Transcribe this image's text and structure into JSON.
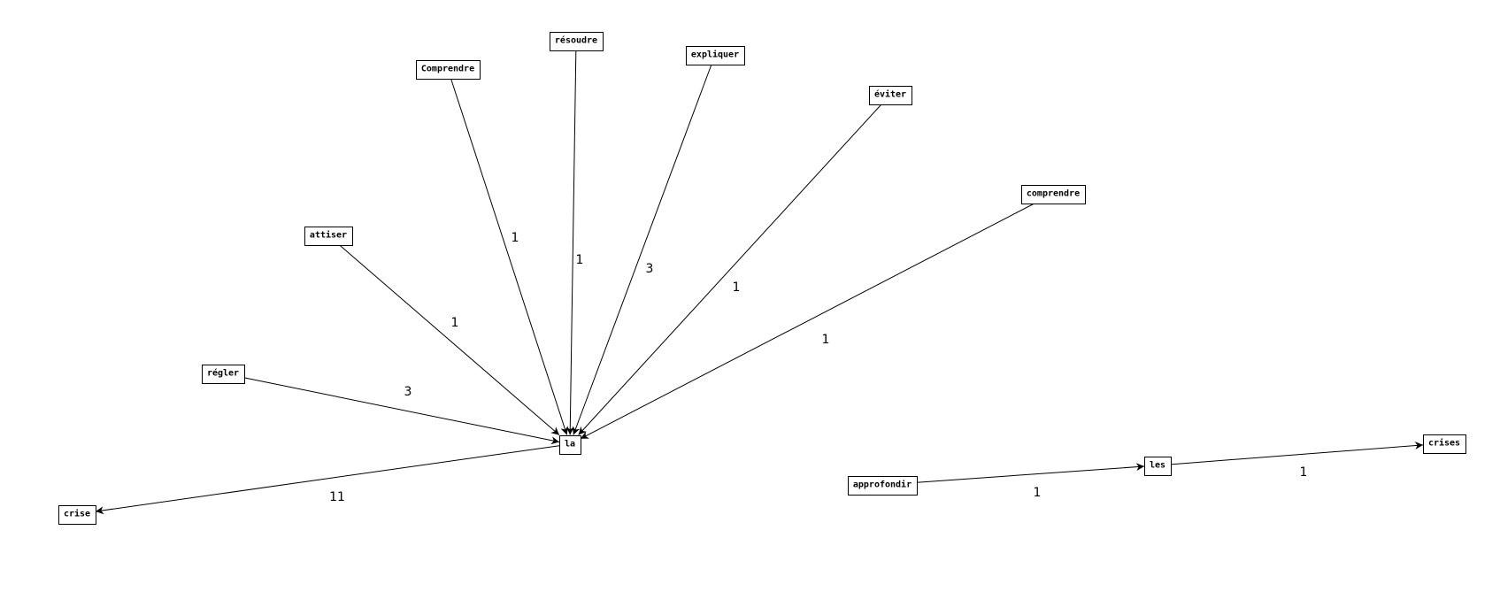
{
  "graph": {
    "colors": {
      "background": "#ffffff",
      "stroke": "#000000",
      "text": "#000000"
    },
    "nodes": [
      {
        "id": "resoudre",
        "label": "résoudre"
      },
      {
        "id": "Comprendre",
        "label": "Comprendre"
      },
      {
        "id": "expliquer",
        "label": "expliquer"
      },
      {
        "id": "eviter",
        "label": "éviter"
      },
      {
        "id": "comprendre",
        "label": "comprendre"
      },
      {
        "id": "attiser",
        "label": "attiser"
      },
      {
        "id": "regler",
        "label": "régler"
      },
      {
        "id": "la",
        "label": "la"
      },
      {
        "id": "crise",
        "label": "crise"
      },
      {
        "id": "approfondir",
        "label": "approfondir"
      },
      {
        "id": "les",
        "label": "les"
      },
      {
        "id": "crises",
        "label": "crises"
      }
    ],
    "edges": [
      {
        "id": "e-comprendre-cap-la",
        "from": "Comprendre",
        "to": "la",
        "weight": "1"
      },
      {
        "id": "e-resoudre-la",
        "from": "resoudre",
        "to": "la",
        "weight": "1"
      },
      {
        "id": "e-expliquer-la",
        "from": "expliquer",
        "to": "la",
        "weight": "3"
      },
      {
        "id": "e-eviter-la",
        "from": "eviter",
        "to": "la",
        "weight": "1"
      },
      {
        "id": "e-comprendre-la",
        "from": "comprendre",
        "to": "la",
        "weight": "1"
      },
      {
        "id": "e-attiser-la",
        "from": "attiser",
        "to": "la",
        "weight": "1"
      },
      {
        "id": "e-regler-la",
        "from": "regler",
        "to": "la",
        "weight": "3"
      },
      {
        "id": "e-la-crise",
        "from": "la",
        "to": "crise",
        "weight": "11"
      },
      {
        "id": "e-approfondir-les",
        "from": "approfondir",
        "to": "les",
        "weight": "1"
      },
      {
        "id": "e-les-crises",
        "from": "les",
        "to": "crises",
        "weight": "1"
      }
    ]
  }
}
